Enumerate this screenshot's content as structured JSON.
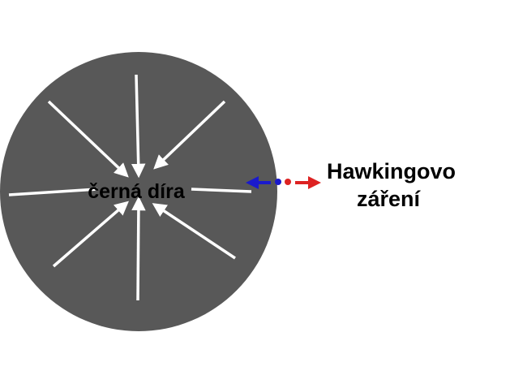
{
  "labels": {
    "black_hole": "černá díra",
    "radiation_line1": "Hawkingovo",
    "radiation_line2": "záření"
  },
  "colors": {
    "background": "#ffffff",
    "black_hole_fill": "#585858",
    "infall_arrows": "#ffffff",
    "outgoing_particle": "#1a1acc",
    "escaping_particle": "#dd2222",
    "text": "#000000"
  },
  "elements": {
    "infall_arrow_count": 8,
    "particle_pair": [
      "outgoing-blue-particle",
      "escaping-red-particle"
    ]
  }
}
